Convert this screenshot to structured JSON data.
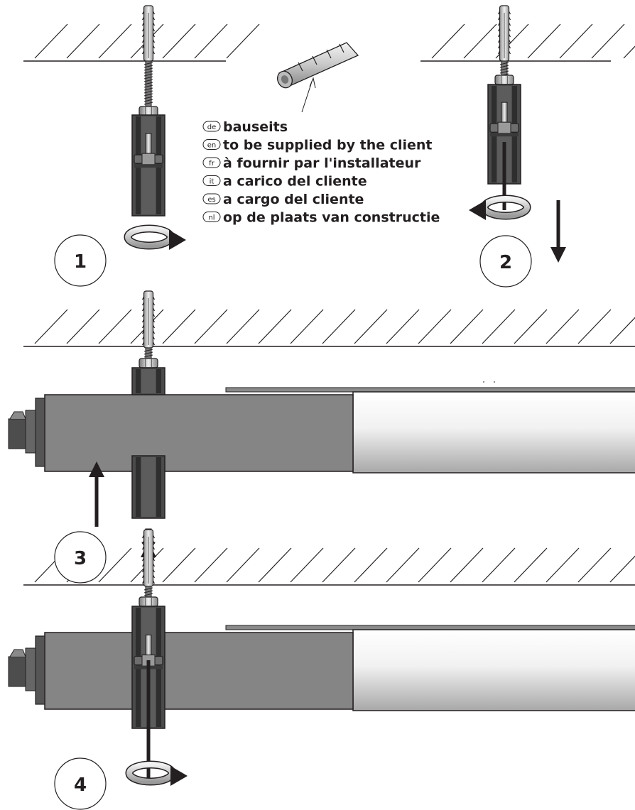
{
  "steps": [
    "1",
    "2",
    "3",
    "4"
  ],
  "supplied_note": {
    "items": [
      {
        "lang": "de",
        "text": "bauseits"
      },
      {
        "lang": "en",
        "text": "to be supplied by the client"
      },
      {
        "lang": "fr",
        "text": "à fournir par l'installateur"
      },
      {
        "lang": "it",
        "text": "a carico del cliente"
      },
      {
        "lang": "es",
        "text": "a cargo del cliente"
      },
      {
        "lang": "nl",
        "text": "op de plaats van constructie"
      }
    ]
  },
  "colors": {
    "ink": "#231f20",
    "housing": "#858585",
    "clamp": "#4a4a4a",
    "anchor": "#cfcfcf",
    "tube_light": "#ffffff",
    "tube_dark": "#a3a3a3"
  }
}
